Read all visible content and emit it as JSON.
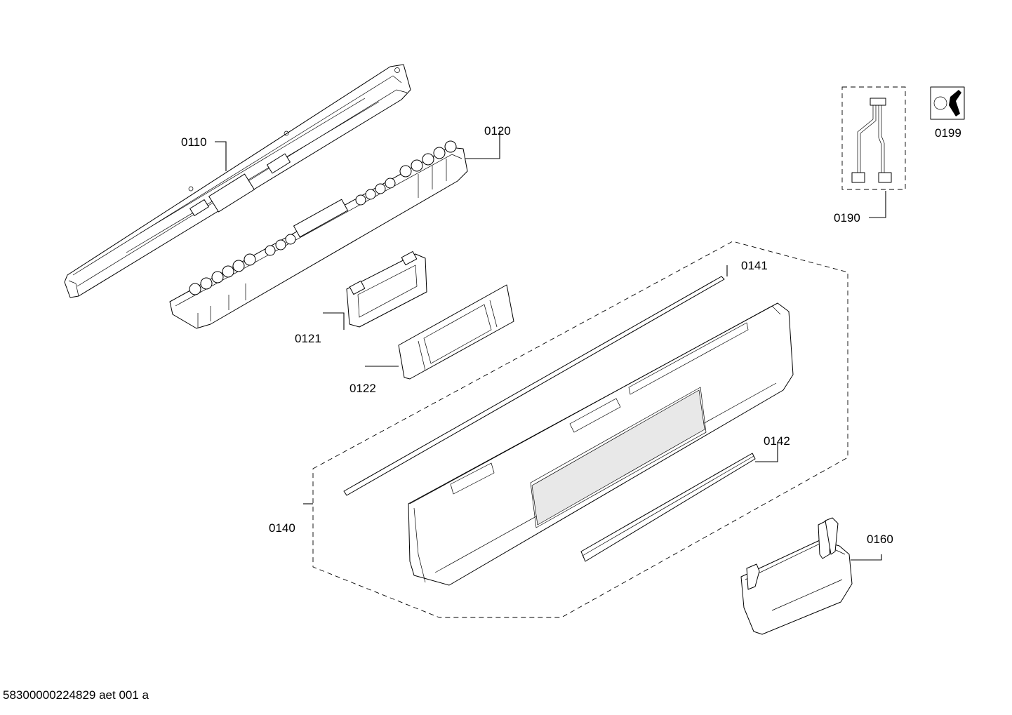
{
  "labels": {
    "p0110": "0110",
    "p0120": "0120",
    "p0121": "0121",
    "p0122": "0122",
    "p0140": "0140",
    "p0141": "0141",
    "p0142": "0142",
    "p0160": "0160",
    "p0190": "0190",
    "p0199": "0199"
  },
  "footer": "58300000224829 aet 001 a",
  "icons": {
    "service": "wrench-nut-icon"
  }
}
